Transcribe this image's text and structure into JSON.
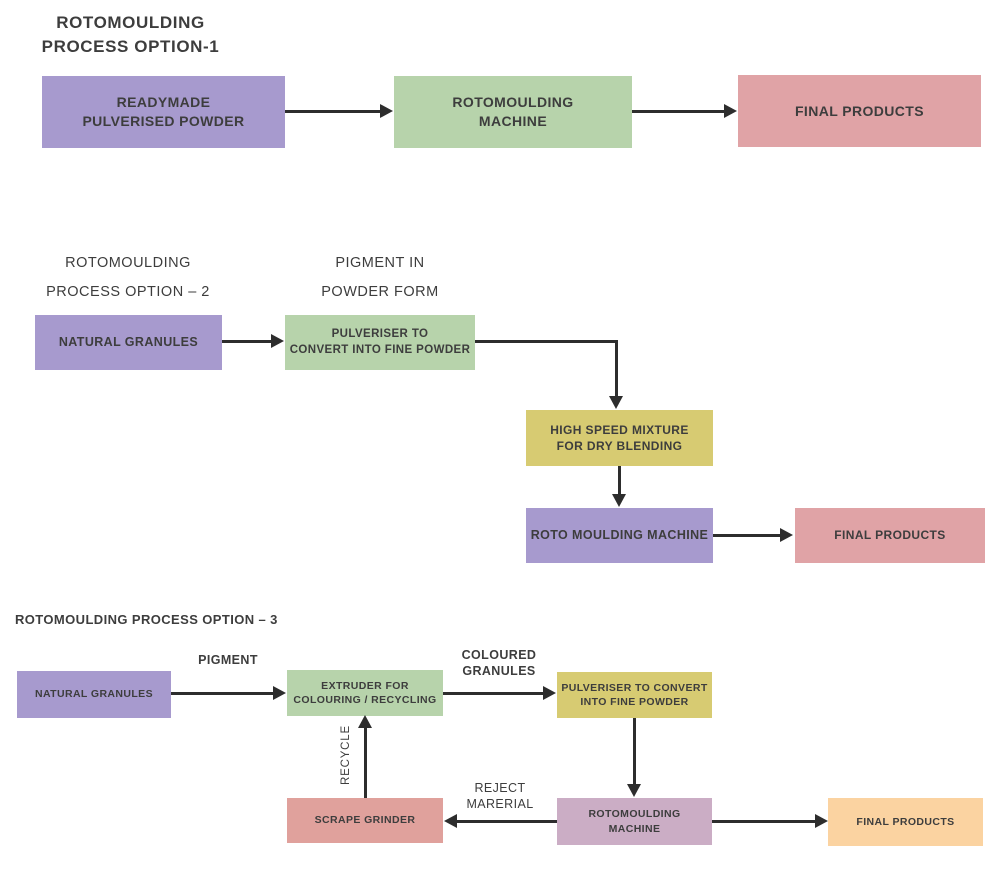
{
  "colors": {
    "purple": "#a79ace",
    "green": "#b7d3ab",
    "pink": "#e0a3a6",
    "yellow": "#d7cb72",
    "red": "#e0a19c",
    "mauve": "#cbadc5",
    "orange": "#fbd3a1",
    "text": "#3d3d3d",
    "arrow": "#2d2d2d"
  },
  "option1": {
    "title": "ROTOMOULDING\nPROCESS OPTION-1",
    "readymade_box": "READYMADE\nPULVERISED POWDER",
    "machine_box": "ROTOMOULDING\nMACHINE",
    "final_box": "FINAL PRODUCTS"
  },
  "option2": {
    "title_line1": "ROTOMOULDING",
    "title_line2": "PROCESS OPTION – 2",
    "pigment_line1": "PIGMENT IN",
    "pigment_line2": "POWDER FORM",
    "granules_box": "NATURAL GRANULES",
    "pulveriser_box": "PULVERISER TO\nCONVERT INTO FINE POWDER",
    "mixture_box": "HIGH SPEED MIXTURE\nFOR DRY BLENDING",
    "machine_box": "ROTO MOULDING MACHINE",
    "final_box": "FINAL PRODUCTS"
  },
  "option3": {
    "title": "ROTOMOULDING PROCESS OPTION – 3",
    "granules_box": "NATURAL GRANULES",
    "pigment_label": "PIGMENT",
    "extruder_box": "EXTRUDER FOR\nCOLOURING / RECYCLING",
    "coloured_label": "COLOURED\nGRANULES",
    "pulveriser_box": "PULVERISER TO CONVERT\nINTO FINE POWDER",
    "machine_box": "ROTOMOULDING\nMACHINE",
    "reject_label": "REJECT\nMARERIAL",
    "scrape_box": "SCRAPE GRINDER",
    "recycle_label": "RECYCLE",
    "final_box": "FINAL PRODUCTS"
  }
}
